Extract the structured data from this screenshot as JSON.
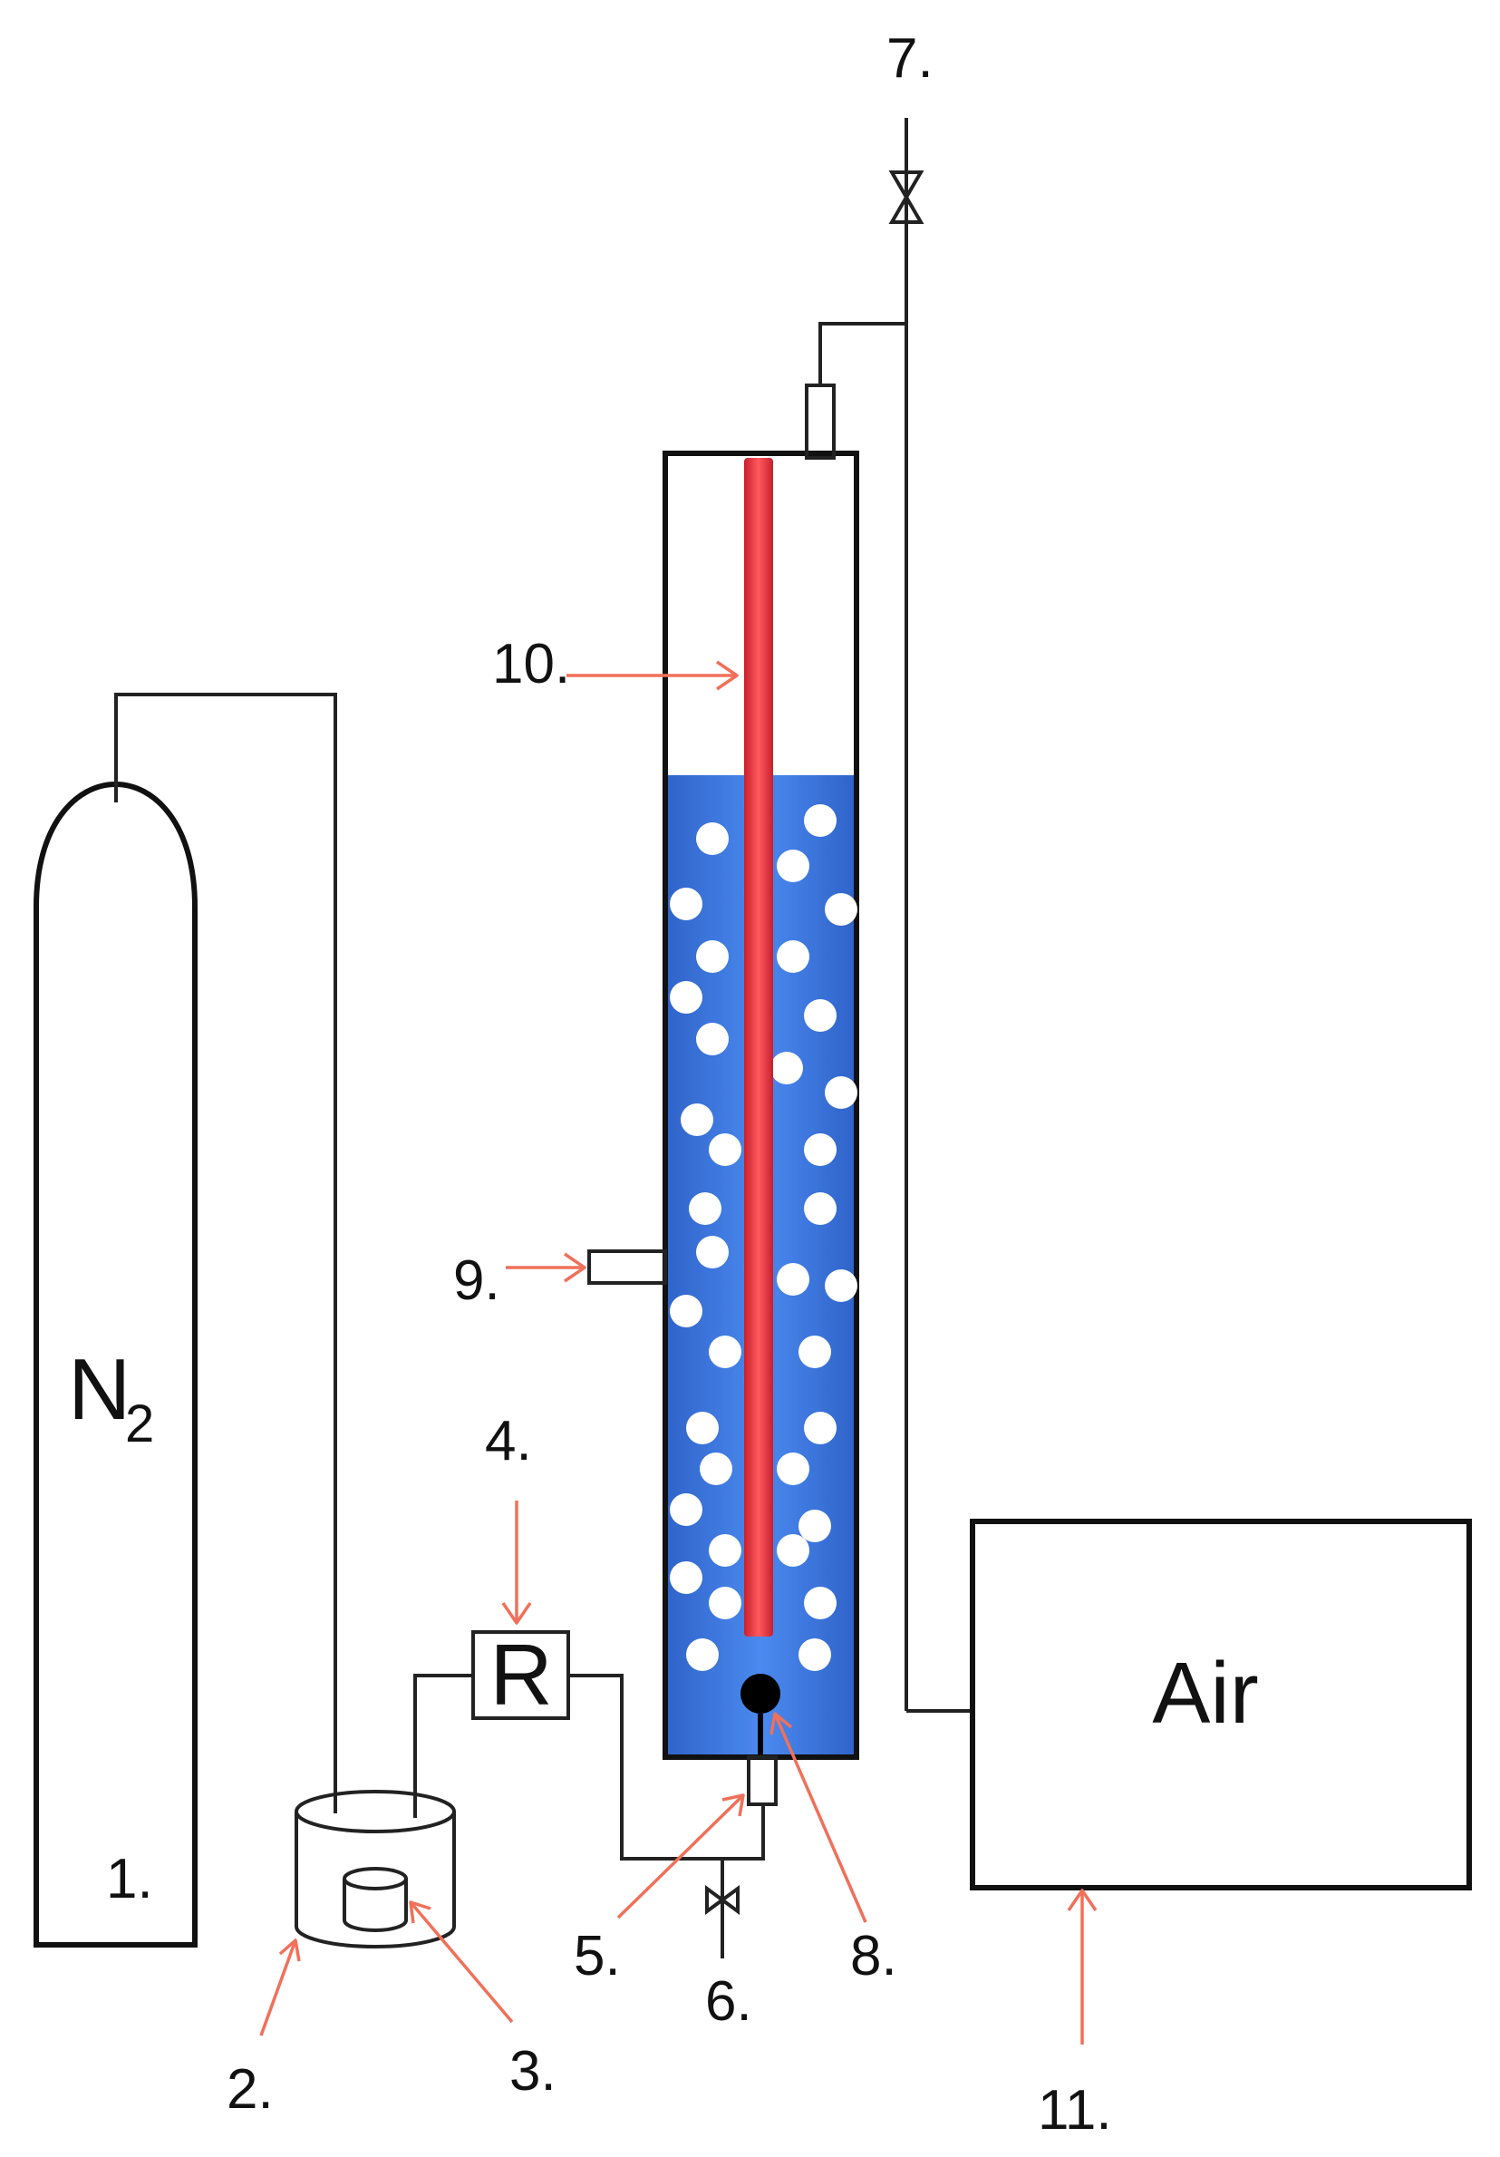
{
  "labels": {
    "l1": "1.",
    "l2": "2.",
    "l3": "3.",
    "l4": "4.",
    "l5": "5.",
    "l6": "6.",
    "l7": "7.",
    "l8": "8.",
    "l9": "9.",
    "l10": "10.",
    "l11": "11."
  },
  "texts": {
    "cylinder_main": "N",
    "cylinder_sub": "2",
    "regulator": "R",
    "analyzer": "Air"
  },
  "colors": {
    "liquid": "#3b78e0",
    "heater": "#e8303e",
    "arrows": "#f0705a",
    "bubbles": "#ffffff",
    "lines": "#222222"
  }
}
